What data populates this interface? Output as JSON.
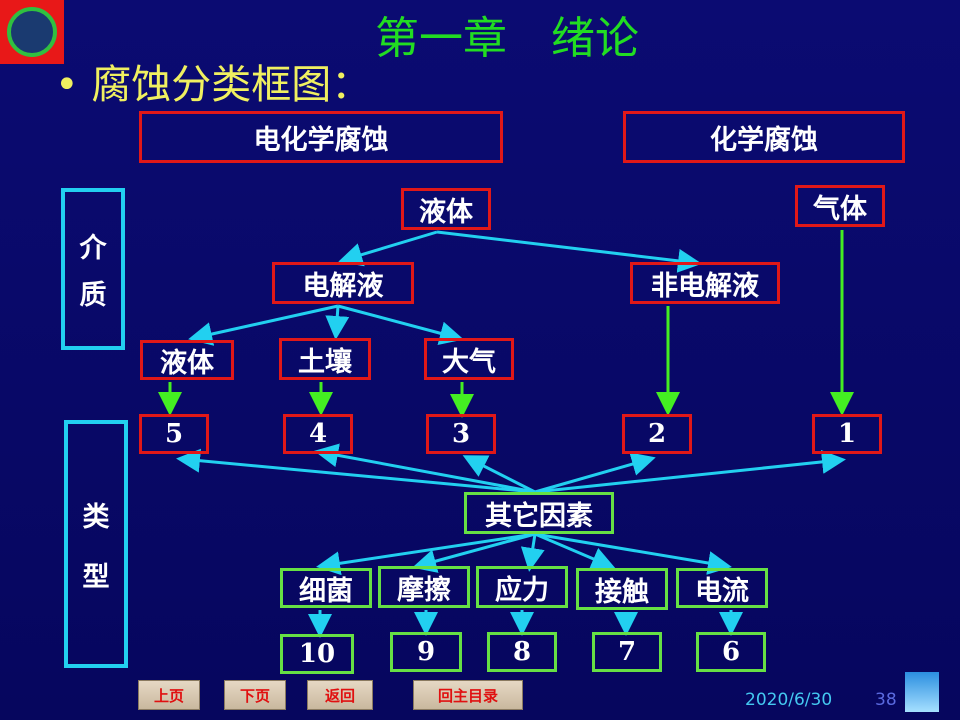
{
  "header": {
    "title": "第一章　绪论",
    "subtitle": "腐蚀分类框图："
  },
  "categories": {
    "electrochemical": "电化学腐蚀",
    "chemical": "化学腐蚀"
  },
  "side_labels": {
    "medium": [
      "介",
      "质"
    ],
    "type": [
      "类",
      "型"
    ]
  },
  "media": {
    "liquid_top": "液体",
    "gas": "气体",
    "electrolyte": "电解液",
    "non_electrolyte": "非电解液",
    "liquid": "液体",
    "soil": "土壤",
    "atmosphere": "大气"
  },
  "types": [
    "5",
    "4",
    "3",
    "2",
    "1"
  ],
  "other_factors": "其它因素",
  "factors": [
    "细菌",
    "摩擦",
    "应力",
    "接触",
    "电流"
  ],
  "factor_types": [
    "10",
    "9",
    "8",
    "7",
    "6"
  ],
  "nav": {
    "prev": "上页",
    "next": "下页",
    "back": "返回",
    "main": "回主目录"
  },
  "footer": {
    "date": "2020/6/30",
    "page": "38"
  },
  "colors": {
    "background": "#08086a",
    "red_border": "#e01818",
    "green_border": "#66e044",
    "cyan": "#22d0f0",
    "title": "#22dd22",
    "subtitle": "#f0f060"
  }
}
